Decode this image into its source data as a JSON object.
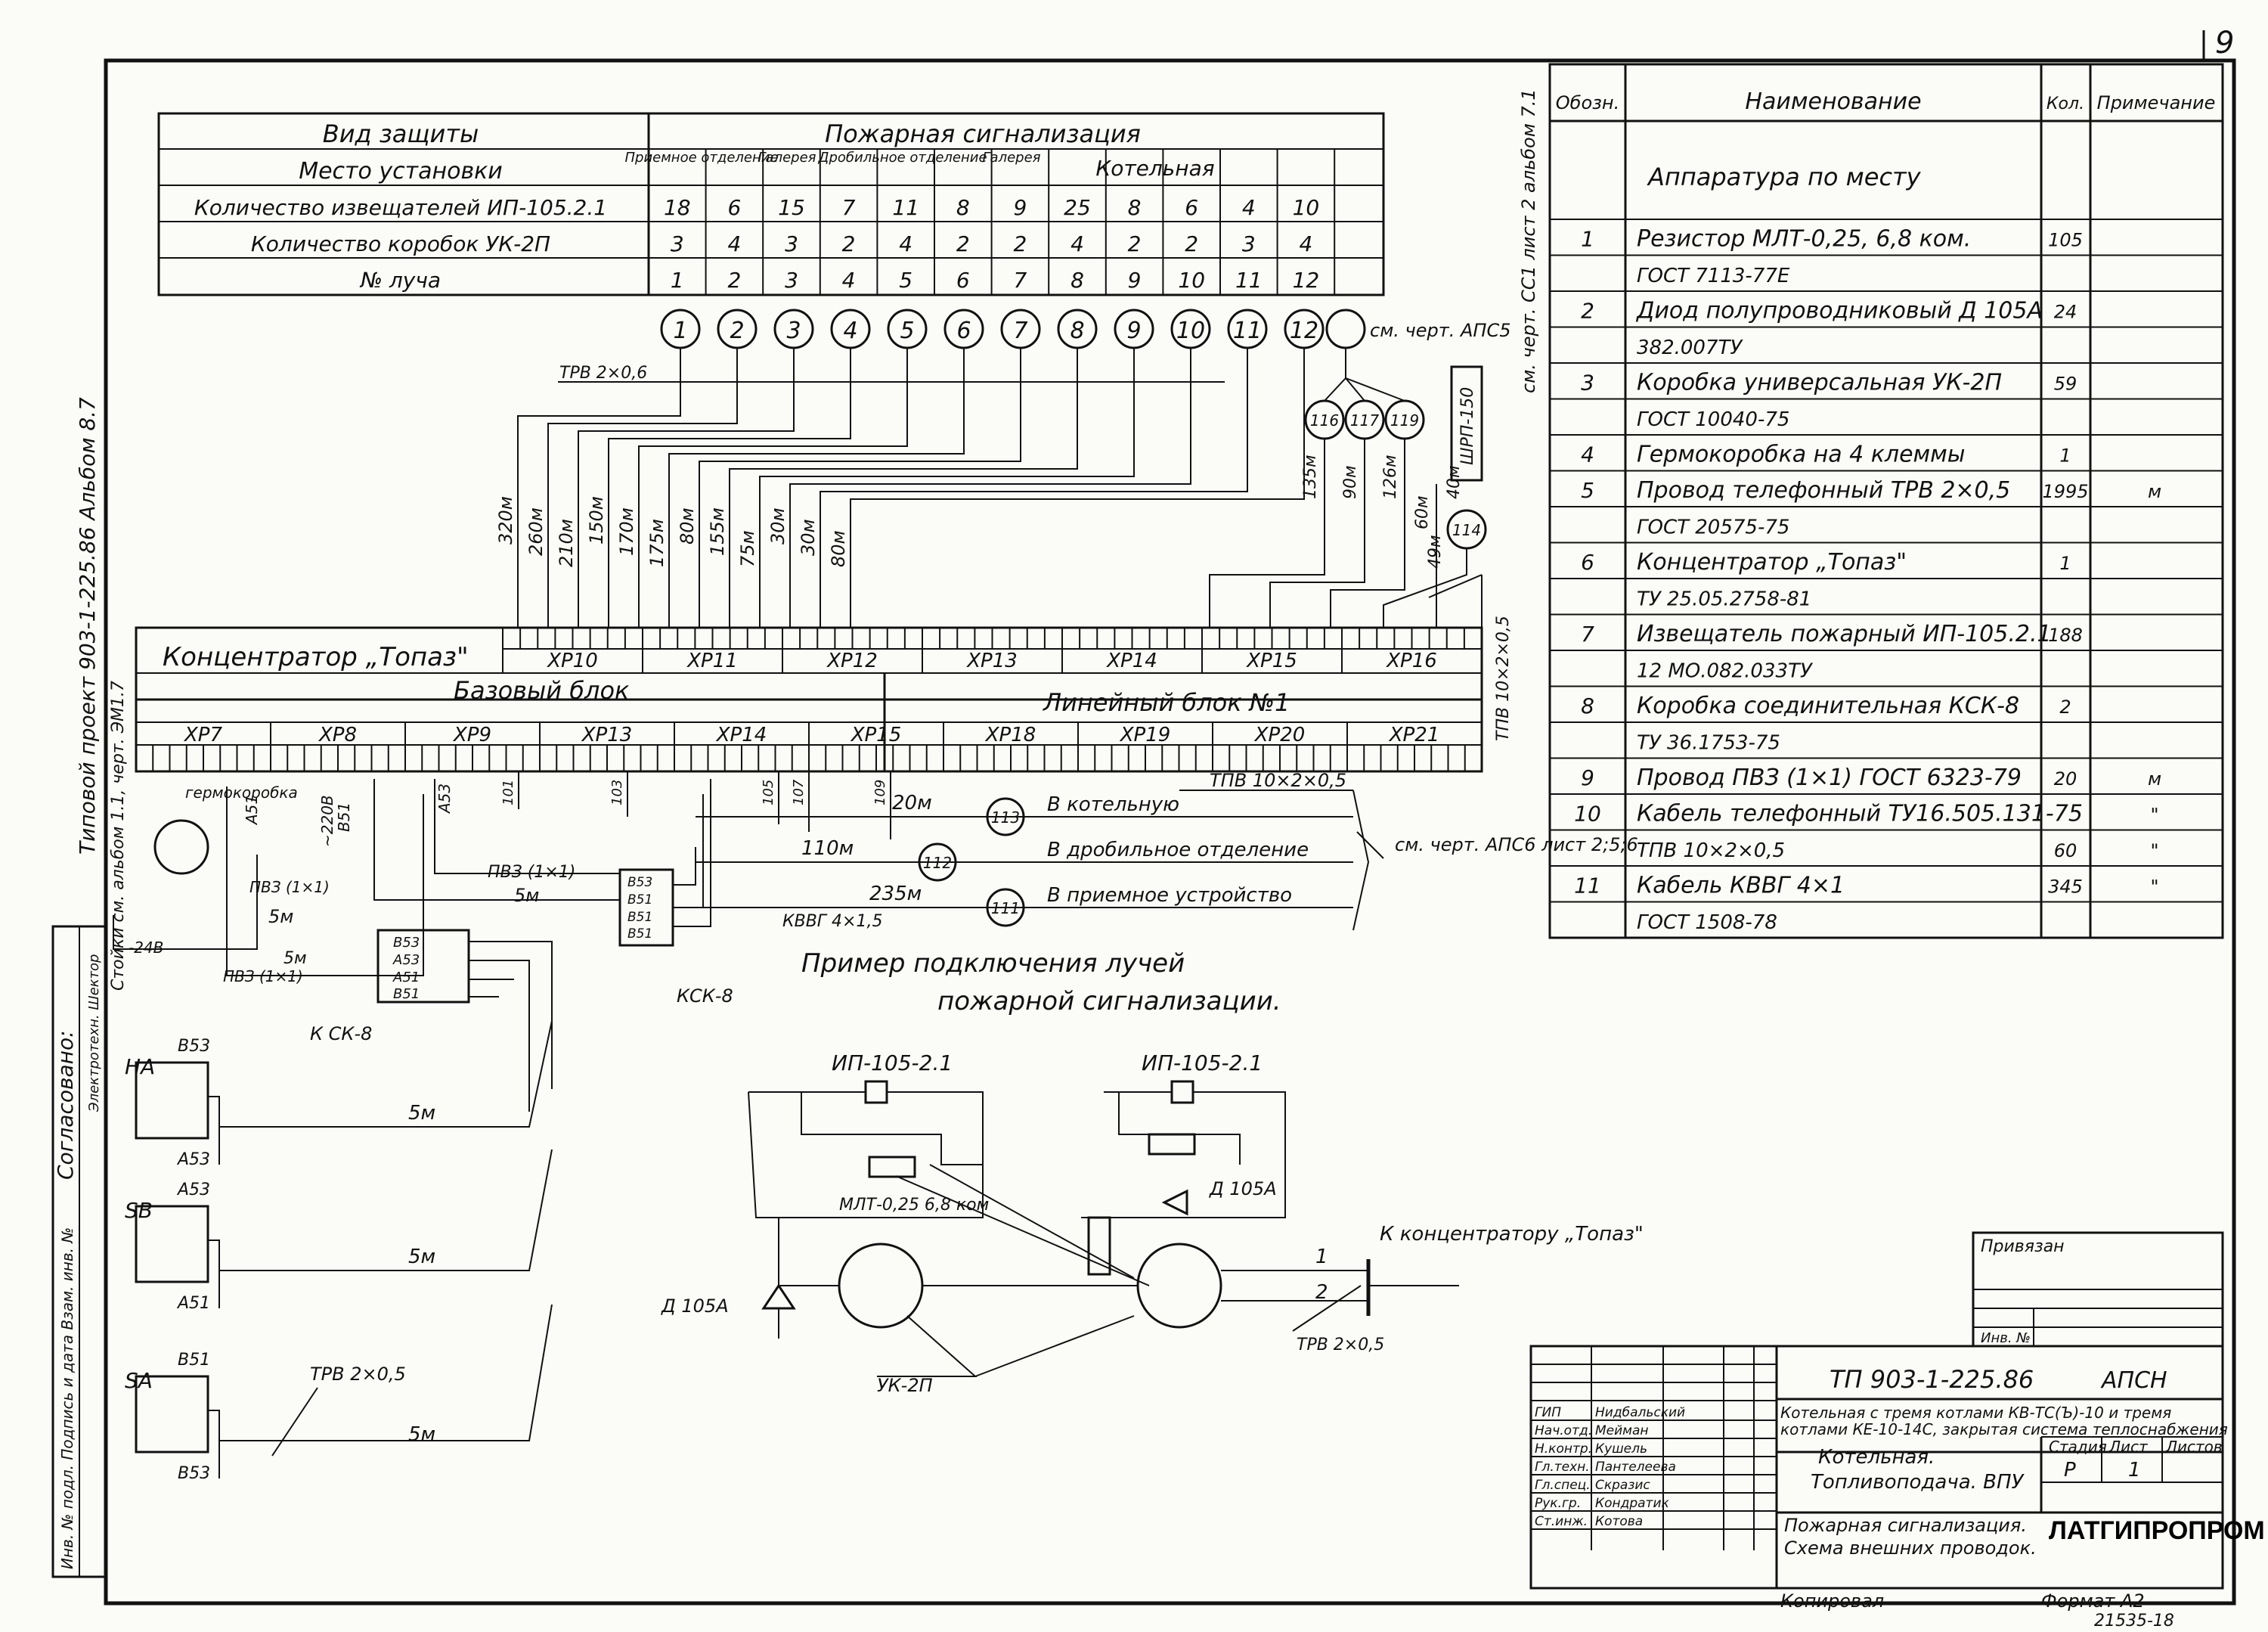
{
  "sheet_number": "9",
  "side_texts": {
    "project": "Типовой проект 903-1-225.86 Альбом 8.7",
    "stands": "Стойки см. альбом 1.1, черт. ЭМ1.7",
    "agreed": "Согласовано:",
    "inv_row": "Инв. № подл. Подпись и дата Взам. инв. №",
    "agreed_electro": "Электротехн. Шектор"
  },
  "protection_table": {
    "protection_type_label": "Вид защиты",
    "protection_type_value": "Пожарная сигнализация",
    "location_label": "Место установки",
    "location_groups": [
      "Приемное отделение",
      "Галерея",
      "Дробильное отделение",
      "Галерея",
      "Котельная"
    ],
    "detector_count_label": "Количество извещателей ИП-105.2.1",
    "detector_counts": [
      "18",
      "6",
      "15",
      "7",
      "11",
      "8",
      "9",
      "25",
      "8",
      "6",
      "4",
      "10"
    ],
    "box_count_label": "Количество коробок УК-2П",
    "box_counts": [
      "3",
      "4",
      "3",
      "2",
      "4",
      "2",
      "2",
      "4",
      "2",
      "2",
      "3",
      "4"
    ],
    "ray_label": "№ луча",
    "ray_numbers": [
      "1",
      "2",
      "3",
      "4",
      "5",
      "6",
      "7",
      "8",
      "9",
      "10",
      "11",
      "12"
    ]
  },
  "ray_lengths": [
    "320м",
    "260м",
    "210м",
    "150м",
    "170м",
    "175м",
    "80м",
    "155м",
    "75м",
    "30м",
    "30м",
    "80м"
  ],
  "aux_circles": [
    "116",
    "117",
    "119",
    "114"
  ],
  "aux_lengths": [
    "135м",
    "90м",
    "126м",
    "60м",
    "40м",
    "49м"
  ],
  "cable_labels": {
    "trv_top": "ТРВ 2×0,6",
    "see_drawing_top": "см. черт. АПС5",
    "see_drawing_vertical": "см. черт. СС1 лист 2 альбом 7.1",
    "shrp": "ШРП-150",
    "tpv_vertical": "ТПВ 10×2×0,5"
  },
  "concentrator": {
    "title": "Концентратор „Топаз\"",
    "base_block": "Базовый блок",
    "line_block": "Линейный блок №1",
    "top_connectors": [
      "ХР10",
      "ХР11",
      "ХР12",
      "ХР13",
      "ХР14",
      "ХР15",
      "ХР16"
    ],
    "bottom_connectors": [
      "ХР7",
      "ХР8",
      "ХР9",
      "ХР13",
      "ХР14",
      "ХР15",
      "ХР18",
      "ХР19",
      "ХР20",
      "ХР21"
    ]
  },
  "wiring": {
    "germ_box": "гермокоробка",
    "a51": "А51",
    "b51": "В51",
    "a53": "А53",
    "b53": "В53",
    "v220": "~220В",
    "pvz": "ПВЗ (1×1)",
    "five_m": "5м",
    "v24": "-24В",
    "to_sk8": "К СК-8",
    "ksk8": "КСК-8",
    "kvvg": "КВВГ 4×1,5",
    "trv": "ТРВ 2×0,5",
    "wire_numbers": [
      "101",
      "103",
      "105",
      "107",
      "109"
    ],
    "tpv_right": "ТПВ 10×2×0,5",
    "see_drawing_right": "см. черт. АПС6 лист 2;5;6",
    "routes": [
      {
        "length": "20м",
        "circle": "113",
        "text": "В котельную"
      },
      {
        "length": "110м",
        "circle": "112",
        "text": "В дробильное отделение"
      },
      {
        "length": "235м",
        "circle": "111",
        "text": "В приемное устройство"
      }
    ],
    "devices": [
      {
        "code": "НА",
        "top": "В53",
        "bottom": "А53"
      },
      {
        "code": "SB",
        "top": "А53",
        "bottom": "А51"
      },
      {
        "code": "SA",
        "top": "В51",
        "bottom": "В53"
      }
    ]
  },
  "example_caption": "Пример подключения лучей пожарной сигнализации.",
  "detail_diagram": {
    "detector_left": "ИП-105-2.1",
    "detector_right": "ИП-105-2.1",
    "resistor": "МЛТ-0,25 6,8 ком",
    "diode_right": "Д 105А",
    "diode_left": "Д 105А",
    "box": "УК-2П",
    "to_concentrator": "К концентратору „Топаз\"",
    "terminal_1": "1",
    "terminal_2": "2",
    "cable": "ТРВ 2×0,5"
  },
  "spec_table": {
    "headers": [
      "Обозн.",
      "Наименование",
      "Кол.",
      "Примечание"
    ],
    "section": "Аппаратура по месту",
    "rows": [
      {
        "pos": "1",
        "name": "Резистор МЛТ-0,25, 6,8 ком.",
        "qty": "105",
        "note": ""
      },
      {
        "pos": "",
        "name": "ГОСТ 7113-77Е",
        "qty": "",
        "note": ""
      },
      {
        "pos": "2",
        "name": "Диод полупроводниковый Д 105А",
        "qty": "24",
        "note": ""
      },
      {
        "pos": "",
        "name": "382.007ТУ",
        "qty": "",
        "note": ""
      },
      {
        "pos": "3",
        "name": "Коробка универсальная УК-2П",
        "qty": "59",
        "note": ""
      },
      {
        "pos": "",
        "name": "ГОСТ 10040-75",
        "qty": "",
        "note": ""
      },
      {
        "pos": "4",
        "name": "Гермокоробка на 4 клеммы",
        "qty": "1",
        "note": ""
      },
      {
        "pos": "5",
        "name": "Провод телефонный ТРВ 2×0,5",
        "qty": "1995",
        "note": "м"
      },
      {
        "pos": "",
        "name": "ГОСТ 20575-75",
        "qty": "",
        "note": ""
      },
      {
        "pos": "6",
        "name": "Концентратор „Топаз\"",
        "qty": "1",
        "note": ""
      },
      {
        "pos": "",
        "name": "ТУ 25.05.2758-81",
        "qty": "",
        "note": ""
      },
      {
        "pos": "7",
        "name": "Извещатель пожарный ИП-105.2.1",
        "qty": "188",
        "note": ""
      },
      {
        "pos": "",
        "name": "12 МО.082.033ТУ",
        "qty": "",
        "note": ""
      },
      {
        "pos": "8",
        "name": "Коробка соединительная КСК-8",
        "qty": "2",
        "note": ""
      },
      {
        "pos": "",
        "name": "ТУ 36.1753-75",
        "qty": "",
        "note": ""
      },
      {
        "pos": "9",
        "name": "Провод ПВЗ (1×1) ГОСТ 6323-79",
        "qty": "20",
        "note": "м"
      },
      {
        "pos": "10",
        "name": "Кабель телефонный ТУ16.505.131-75",
        "qty": "",
        "note": "\""
      },
      {
        "pos": "",
        "name": "ТПВ 10×2×0,5",
        "qty": "60",
        "note": "\""
      },
      {
        "pos": "11",
        "name": "Кабель КВВГ 4×1",
        "qty": "345",
        "note": "\""
      },
      {
        "pos": "",
        "name": "ГОСТ 1508-78",
        "qty": "",
        "note": ""
      }
    ]
  },
  "title_block": {
    "privyazan": "Привязан",
    "inv_no": "Инв. №",
    "doc_code": "ТП 903-1-225.86",
    "sheet_code": "АПСН",
    "object": "Котельная с тремя котлами КВ-ТС(Ъ)-10 и тремя котлами КЕ-10-14С, закрытая система теплоснабжения",
    "building": "Котельная. Топливоподача. ВПУ",
    "drawing": "Пожарная сигнализация. Схема внешних проводок.",
    "stage_label": "Стадия",
    "sheet_label": "Лист",
    "sheets_label": "Листов",
    "stage": "Р",
    "sheet": "1",
    "sheets": "",
    "org": "ЛАТГИПРОПРОМ",
    "roles": [
      "ГИП",
      "Нач.отд.",
      "Н.контр.",
      "Гл.техн.",
      "Гл.спец.",
      "Рук.гр.",
      "Ст.инж."
    ],
    "names": [
      "Нидбальский",
      "Мейман",
      "Кушель",
      "Пантелеева",
      "Скразис",
      "Кондратик",
      "Котова"
    ],
    "copied": "Копировал",
    "format": "Формат А2",
    "stamp_number": "21535-18"
  }
}
